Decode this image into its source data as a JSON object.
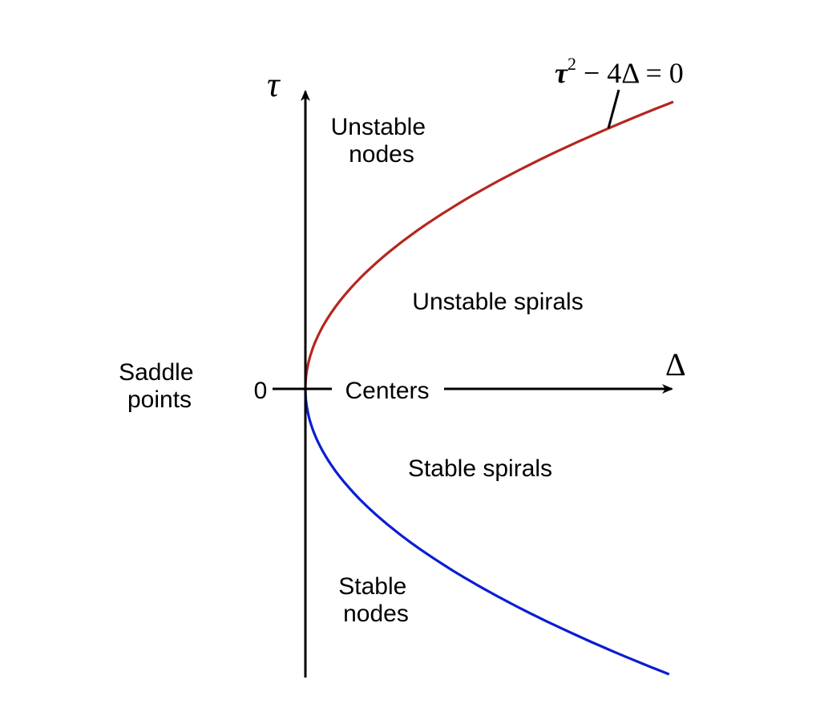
{
  "axes": {
    "y_label": "τ",
    "x_label": "Δ",
    "origin_label": "0"
  },
  "curve_label": {
    "base": "τ",
    "sup": "2",
    "rest": " − 4Δ = 0"
  },
  "regions": {
    "unstable_nodes": [
      "Unstable",
      "nodes"
    ],
    "unstable_spirals": "Unstable spirals",
    "saddle_points": [
      "Saddle",
      "points"
    ],
    "centers": "Centers",
    "stable_spirals": "Stable spirals",
    "stable_nodes": [
      "Stable",
      "nodes"
    ]
  },
  "colors": {
    "upper_branch": "#b5261e",
    "lower_branch": "#0a1ed2",
    "axis": "#000000"
  }
}
